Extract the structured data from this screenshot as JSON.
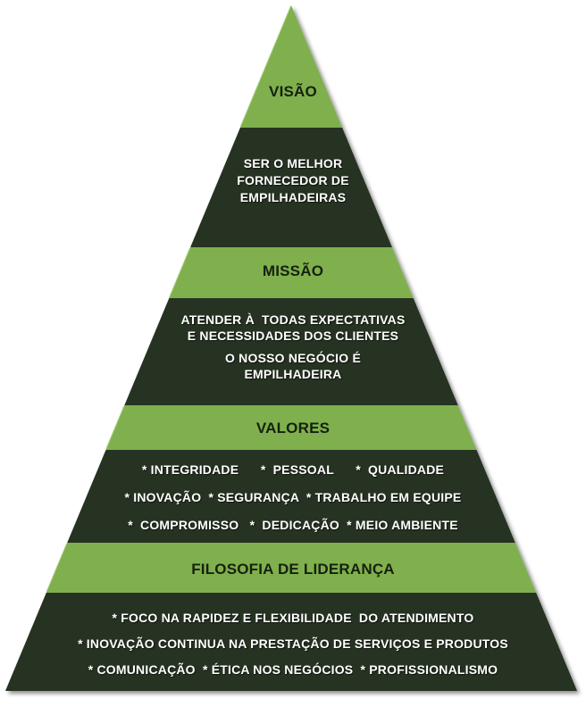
{
  "colors": {
    "green": "#7fb04e",
    "green_light": "#9cc96c",
    "dark": "#263320",
    "dark_light": "#3b4a33",
    "heading_text": "#16200f",
    "content_text": "#ffffff"
  },
  "pyramid": {
    "vision": {
      "title": "VISÃO",
      "lines": [
        "SER O MELHOR",
        "FORNECEDOR DE",
        "EMPILHADEIRAS"
      ]
    },
    "mission": {
      "title": "MISSÃO",
      "lines": [
        "ATENDER À  TODAS EXPECTATIVAS",
        "E NECESSIDADES DOS CLIENTES",
        "O NOSSO NEGÓCIO É",
        "EMPILHADEIRA"
      ]
    },
    "values": {
      "title": "VALORES",
      "lines": [
        "* INTEGRIDADE      *  PESSOAL      *  QUALIDADE",
        "* INOVAÇÃO  * SEGURANÇA  * TRABALHO EM EQUIPE",
        "*  COMPROMISSO   *  DEDICAÇÃO  * MEIO AMBIENTE"
      ]
    },
    "leadership": {
      "title": "FILOSOFIA DE LIDERANÇA",
      "lines": [
        "* FOCO NA RAPIDEZ E FLEXIBILIDADE  DO ATENDIMENTO",
        "* INOVAÇÃO CONTINUA NA PRESTAÇÃO DE SERVIÇOS E PRODUTOS",
        "* COMUNICAÇÃO  * ÉTICA NOS NEGÓCIOS  * PROFISSIONALISMO"
      ]
    }
  }
}
